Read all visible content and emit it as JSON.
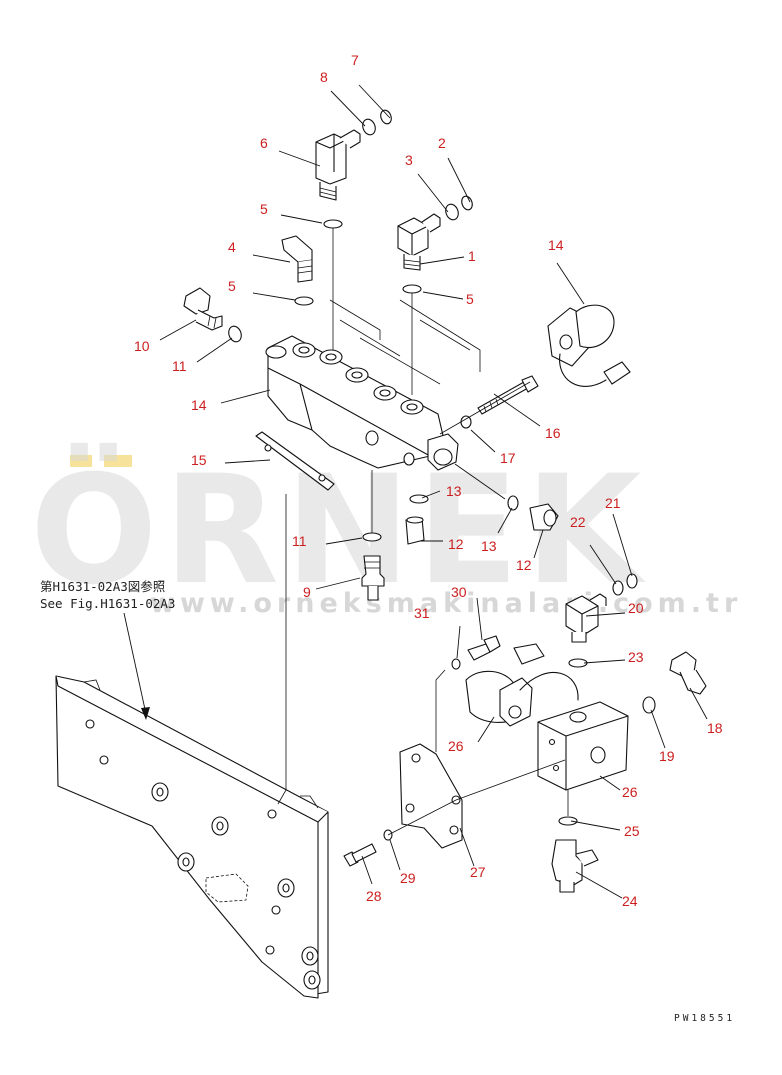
{
  "watermark": {
    "brand": "ÖRNEK",
    "url": "www.orneksmakinalari.com.tr"
  },
  "notes": {
    "ref_jp": "第H1631-02A3図参照",
    "ref_en": "See Fig.H1631-02A3"
  },
  "drawing_code": "PW18551",
  "callouts": {
    "c1": "1",
    "c2": "2",
    "c3": "3",
    "c4": "4",
    "c5a": "5",
    "c5b": "5",
    "c5c": "5",
    "c6": "6",
    "c7": "7",
    "c8": "8",
    "c9": "9",
    "c10": "10",
    "c11a": "11",
    "c11b": "11",
    "c12a": "12",
    "c12b": "12",
    "c13a": "13",
    "c13b": "13",
    "c14a": "14",
    "c14b": "14",
    "c15": "15",
    "c16": "16",
    "c17": "17",
    "c18": "18",
    "c19": "19",
    "c20": "20",
    "c21": "21",
    "c22": "22",
    "c23": "23",
    "c24": "24",
    "c25": "25",
    "c26a": "26",
    "c26b": "26",
    "c27": "27",
    "c28": "28",
    "c29": "29",
    "c30": "30",
    "c31": "31"
  },
  "colors": {
    "callout": "#cc1f1f",
    "line": "#111111",
    "watermark": "#d7d7d7",
    "watermark_accent": "#f2cf5a"
  }
}
